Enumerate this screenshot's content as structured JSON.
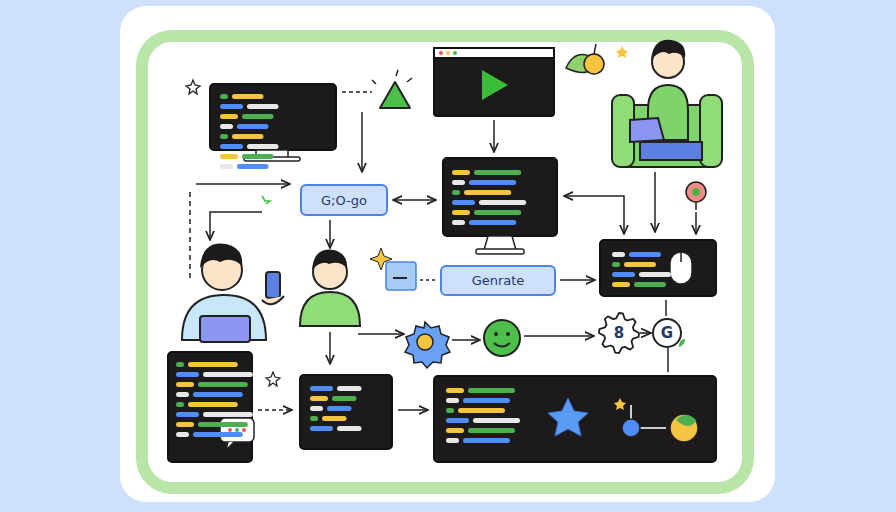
{
  "diagram": {
    "nodes": [
      {
        "text": [
          "G;O-go"
        ]
      },
      {
        "text": [
          "Genrate"
        ]
      },
      {
        "text": [
          "8"
        ]
      },
      {
        "text": [
          "G"
        ]
      }
    ],
    "edges": [
      {
        "from": 2,
        "to": 3,
        "arrow": "to"
      }
    ]
  }
}
